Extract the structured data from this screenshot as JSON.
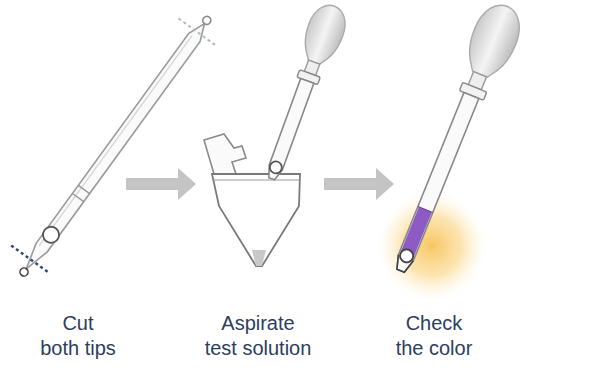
{
  "diagram": {
    "labels": [
      "Cut both tips",
      "Aspirate test solution",
      "Check the color"
    ]
  }
}
